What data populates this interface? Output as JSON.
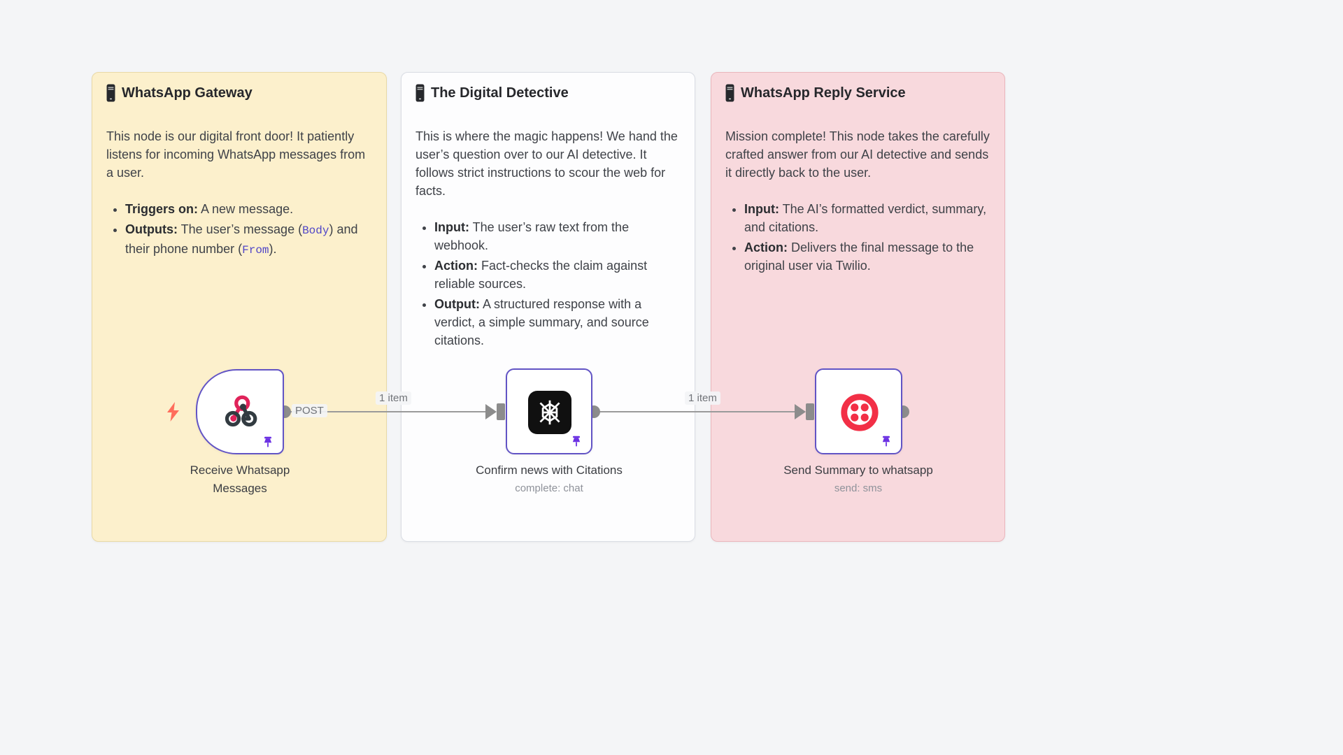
{
  "colors": {
    "canvas_bg": "#f4f5f7",
    "node_border": "#6254c5",
    "pin_purple": "#6c32e3",
    "code_purple": "#5046c8",
    "webhook_pink": "#e0235a",
    "webhook_dark": "#323b41",
    "twilio_red": "#f22f46",
    "bolt_orange": "#ff6d5c",
    "wire_gray": "#9a9a9a",
    "port_gray": "#8c8c8c",
    "sticky1_bg": "#fcf0cc",
    "sticky1_border": "#e9d9a6",
    "sticky2_bg": "#fdfdfe",
    "sticky2_border": "#dadde4",
    "sticky3_bg": "#f8d9dd",
    "sticky3_border": "#eab6bc"
  },
  "stickies": [
    {
      "title": "WhatsApp Gateway",
      "paragraph": "This node is our digital front door! It patiently listens for incoming WhatsApp messages from a user.",
      "bullets": {
        "b1_bold": "Triggers on:",
        "b1_text": " A new message.",
        "b2_bold": "Outputs:",
        "b2_t1": " The user’s message (",
        "b2_code1": "Body",
        "b2_t2": ") and their phone number (",
        "b2_code2": "From",
        "b2_t3": ")."
      }
    },
    {
      "title": "The Digital Detective",
      "paragraph": "This is where the magic happens! We hand the user’s question over to our AI detective. It follows strict instructions to scour the web for facts.",
      "bullets": {
        "b1_bold": "Input:",
        "b1_text": " The user’s raw text from the webhook.",
        "b2_bold": "Action:",
        "b2_text": " Fact-checks the claim against reliable sources.",
        "b3_bold": "Output:",
        "b3_text": " A structured response with a verdict, a simple summary, and source citations."
      }
    },
    {
      "title": "WhatsApp Reply Service",
      "paragraph": "Mission complete! This node takes the carefully crafted answer from our AI detective and sends it directly back to the user.",
      "bullets": {
        "b1_bold": "Input:",
        "b1_text": " The AI’s formatted verdict, summary, and citations.",
        "b2_bold": "Action:",
        "b2_text": " Delivers the final message to the original user via Twilio."
      }
    }
  ],
  "nodes": [
    {
      "label": "Receive Whatsapp Messages"
    },
    {
      "label": "Confirm news with Citations",
      "sublabel": "complete: chat"
    },
    {
      "label": "Send Summary to whatsapp",
      "sublabel": "send: sms"
    }
  ],
  "wires": {
    "post_label": "POST",
    "item1": "1 item",
    "item2": "1 item"
  }
}
